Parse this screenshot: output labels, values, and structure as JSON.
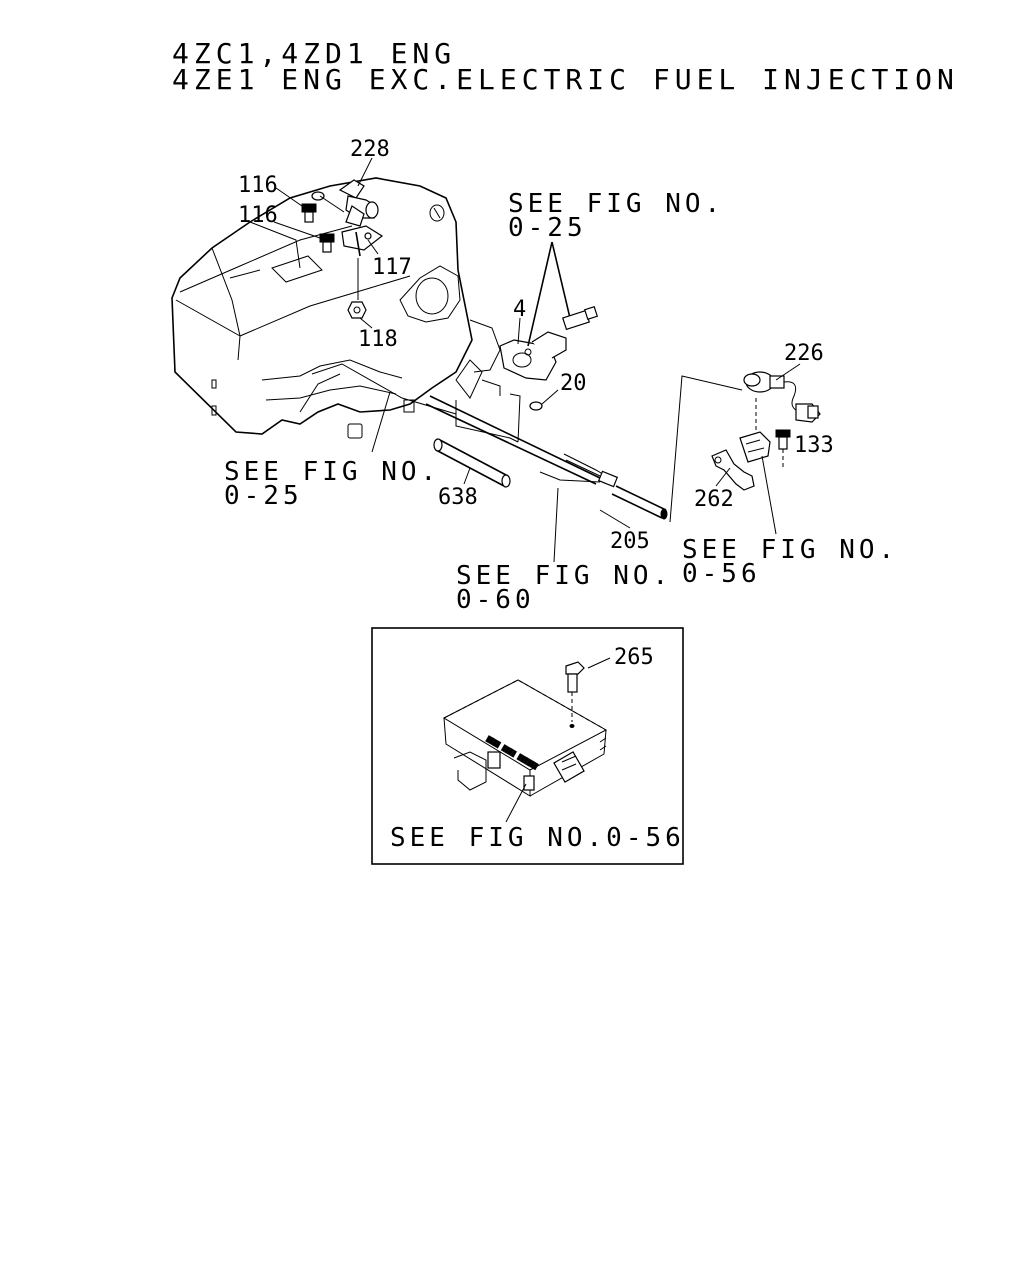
{
  "header": {
    "line1": "4ZC1,4ZD1 ENG",
    "line2": "4ZE1 ENG EXC.ELECTRIC FUEL INJECTION"
  },
  "callouts": {
    "p228": "228",
    "p116a": "116",
    "p116b": "116",
    "p117": "117",
    "p118": "118",
    "p4": "4",
    "p20": "20",
    "p226": "226",
    "p133": "133",
    "p262": "262",
    "p638": "638",
    "p205": "205",
    "p265": "265"
  },
  "references": {
    "fig_0_25_top_line1": "SEE FIG NO.",
    "fig_0_25_top_line2": "0-25",
    "fig_0_25_left_line1": "SEE FIG NO.",
    "fig_0_25_left_line2": "0-25",
    "fig_0_60_line1": "SEE FIG NO.",
    "fig_0_60_line2": "0-60",
    "fig_0_56_right_line1": "SEE FIG NO.",
    "fig_0_56_right_line2": "0-56",
    "fig_0_56_inset": "SEE FIG NO.0-56"
  }
}
